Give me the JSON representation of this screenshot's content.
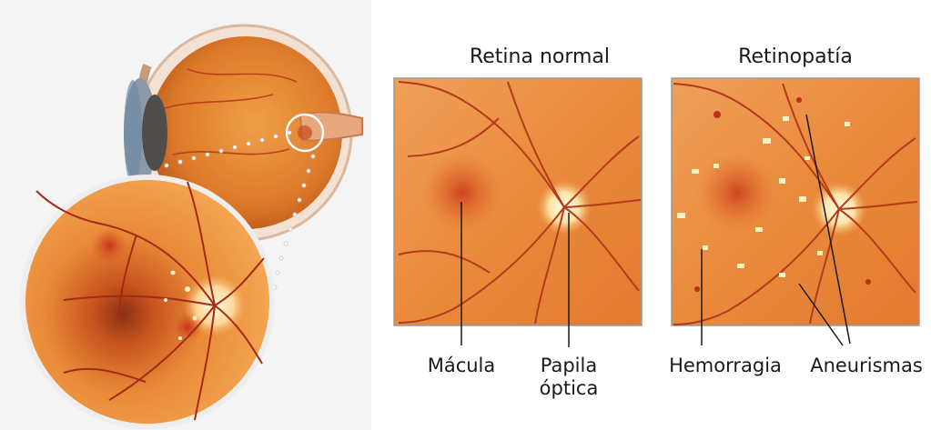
{
  "headings": {
    "normal": "Retina normal",
    "retinopathy": "Retinopatía"
  },
  "labels": {
    "macula": "Mácula",
    "papila_line1": "Papila",
    "papila_line2": "óptica",
    "hemorragia": "Hemorragia",
    "aneurismas": "Aneurismas"
  },
  "colors": {
    "fundus_base": "#e07a2e",
    "fundus_light": "#f2a55a",
    "vessel": "#b2331c",
    "optic_disc": "#fff3cf",
    "macula": "#c4431d",
    "lesion": "#fff4c4",
    "sclera": "#f6e6da",
    "iris": "#5f7c95"
  }
}
